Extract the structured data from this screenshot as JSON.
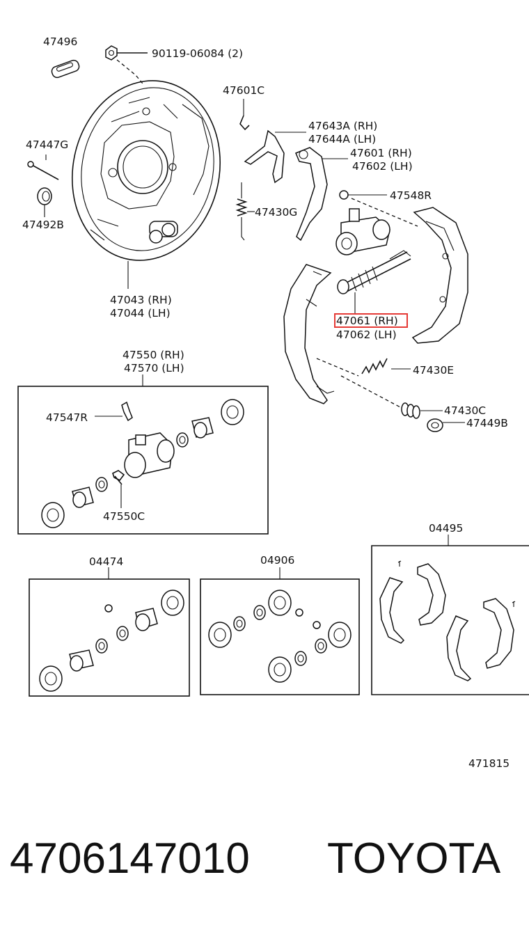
{
  "diagram": {
    "labels": {
      "l47496": "47496",
      "l90119": "90119-06084 (2)",
      "l47601c": "47601C",
      "l47643a": "47643A (RH)",
      "l47644a": "47644A (LH)",
      "l47601": "47601 (RH)",
      "l47602": "47602 (LH)",
      "l47447g": "47447G",
      "l47548r": "47548R",
      "l47430g": "47430G",
      "l47492b": "47492B",
      "l47043": "47043 (RH)",
      "l47044": "47044 (LH)",
      "l47061": "47061 (RH)",
      "l47062": "47062 (LH)",
      "l47550": "47550 (RH)",
      "l47570": "47570 (LH)",
      "l47430e": "47430E",
      "l47547r": "47547R",
      "l47430c": "47430C",
      "l47449b": "47449B",
      "l47550c": "47550C",
      "l04495": "04495",
      "l04474": "04474",
      "l04906": "04906",
      "ref": "471815"
    },
    "highlight_color": "#e53935"
  },
  "footer": {
    "part_number": "4706147010",
    "brand": "TOYOTA"
  }
}
